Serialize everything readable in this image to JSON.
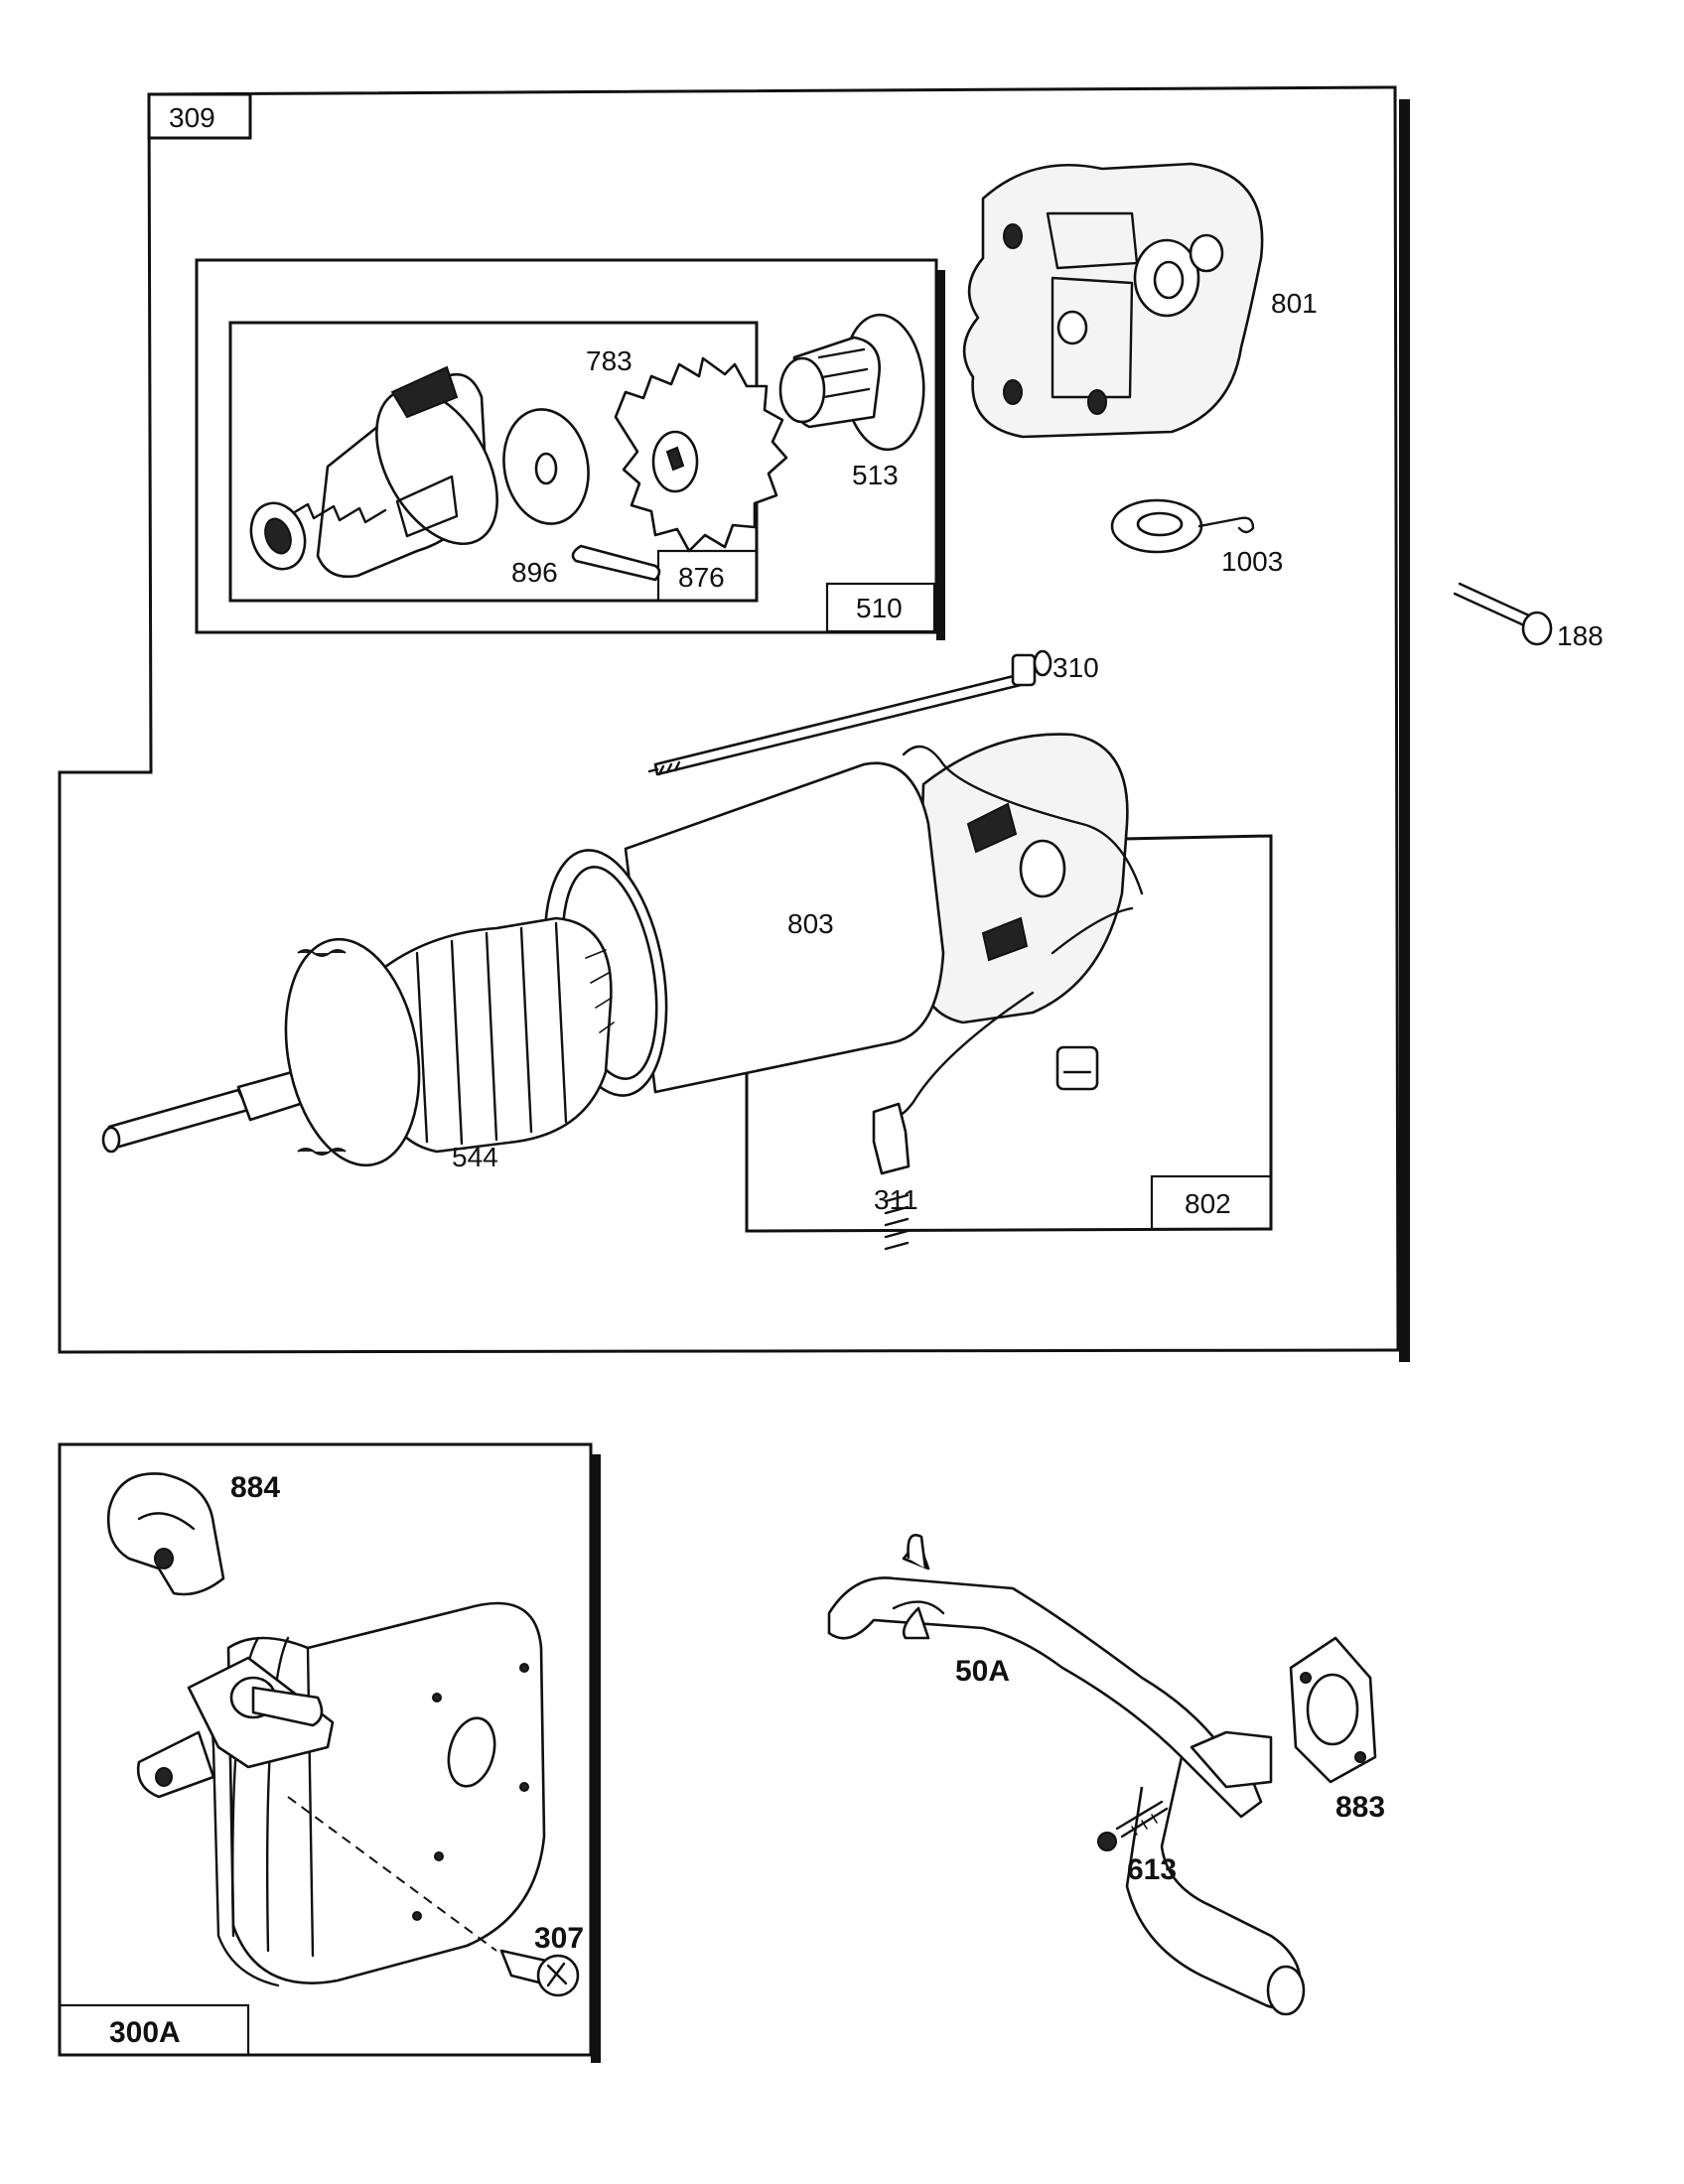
{
  "labels": {
    "l309": "309",
    "l801": "801",
    "l783": "783",
    "l513": "513",
    "l896": "896",
    "l876": "876",
    "l510": "510",
    "l1003": "1003",
    "l188": "188",
    "l310": "310",
    "l803": "803",
    "l544": "544",
    "l311": "311",
    "l802": "802",
    "l884": "884",
    "l307": "307",
    "l300A": "300A",
    "l50A": "50A",
    "l883": "883",
    "l613": "613"
  }
}
